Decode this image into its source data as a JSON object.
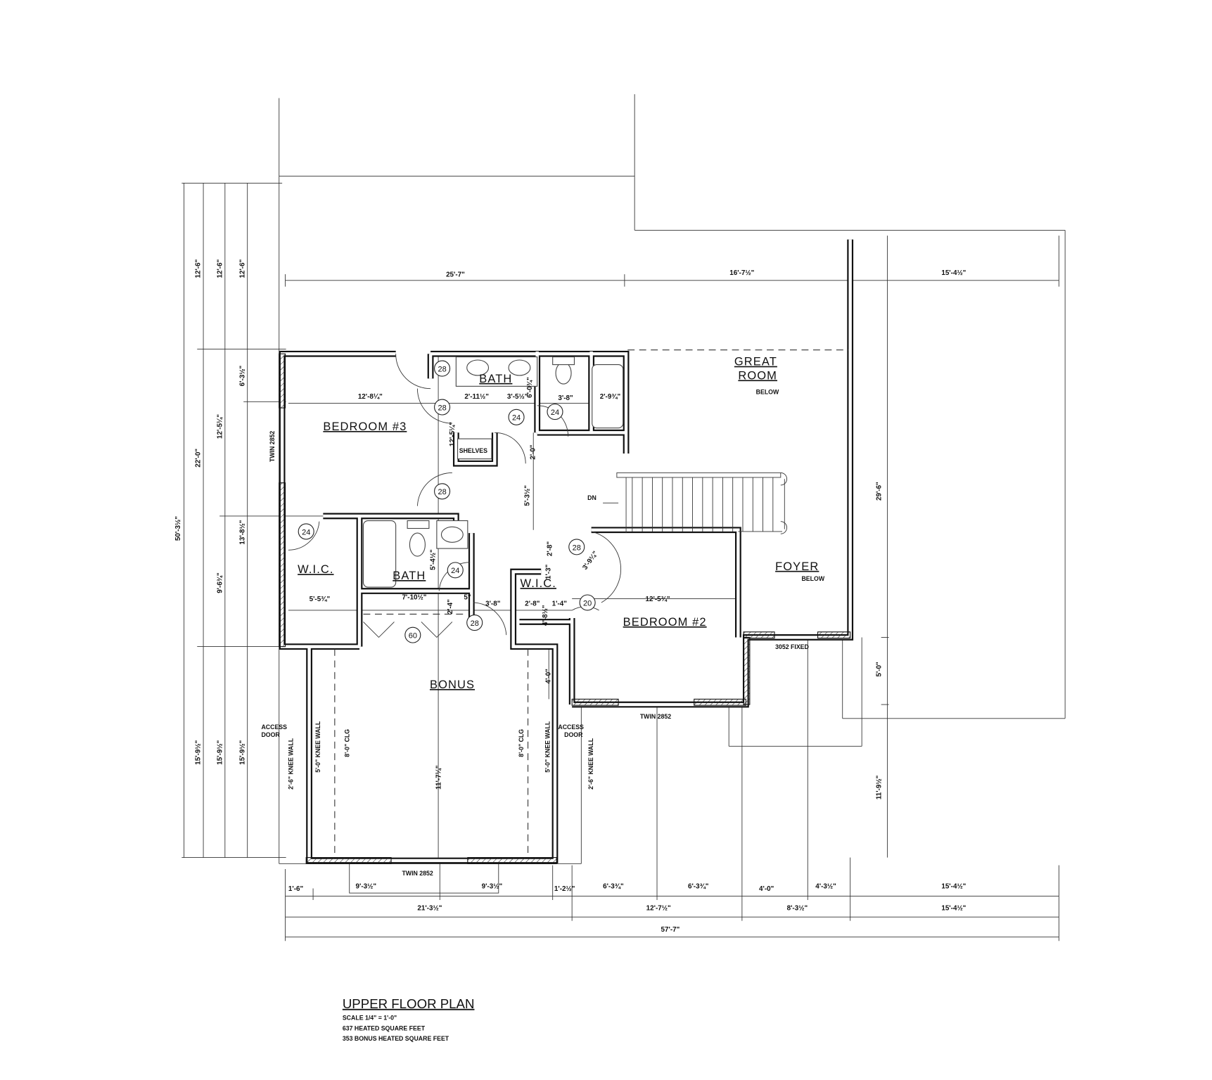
{
  "title": {
    "name": "UPPER FLOOR PLAN",
    "scale": "SCALE 1/4\" = 1'-0\"",
    "heated": "637 HEATED SQUARE FEET",
    "bonus": "353 BONUS HEATED SQUARE FEET"
  },
  "rooms": {
    "bedroom3": "BEDROOM #3",
    "bath_upper": "BATH",
    "bath_lower": "BATH",
    "wic_left": "W.I.C.",
    "wic_right": "W.I.C.",
    "great_room_1": "GREAT",
    "great_room_2": "ROOM",
    "great_room_below": "BELOW",
    "foyer": "FOYER",
    "foyer_below": "BELOW",
    "bedroom2": "BEDROOM #2",
    "bonus": "BONUS",
    "shelves": "SHELVES",
    "dn": "DN"
  },
  "notes": {
    "twin_left": "TWIN 2852",
    "twin_bed2": "TWIN 2852",
    "twin_bonus": "TWIN 2852",
    "fixed": "3052 FIXED",
    "access_l1": "ACCESS",
    "access_l2": "DOOR",
    "access_r1": "ACCESS",
    "access_r2": "DOOR",
    "knee_25_l": "2'-6\" KNEE WALL",
    "knee_50_l": "5'-0\" KNEE WALL",
    "clg_l": "8'-0\" CLG",
    "clg_r": "8'-0\" CLG",
    "knee_50_r": "5'-0\" KNEE WALL",
    "knee_25_r": "2'-6\" KNEE WALL"
  },
  "dimensions": {
    "top": [
      "25'-7\"",
      "16'-7½\"",
      "15'-4½\""
    ],
    "bottom_row1": [
      "1'-6\"",
      "9'-3½\"",
      "9'-3½\"",
      "1'-2½\"",
      "6'-3¾\"",
      "6'-3¾\"",
      "4'-0\"",
      "4'-3½\"",
      "15'-4½\""
    ],
    "bottom_row2": [
      "21'-3½\"",
      "12'-7½\"",
      "8'-3½\"",
      "15'-4½\""
    ],
    "bottom_total": "57'-7\"",
    "left_total": "50'-3½\"",
    "left_col1": [
      "12'-6\"",
      "22'-0\"",
      "15'-9½\""
    ],
    "left_col2": [
      "12'-6\"",
      "12'-5¼\"",
      "9'-6¾\"",
      "15'-9½\""
    ],
    "left_col3": [
      "12'-6\"",
      "6'-3½\"",
      "13'-8½\"",
      "15'-9½\""
    ],
    "right": [
      "29'-6\"",
      "5'-0\"",
      "11'-9½\""
    ],
    "interior": {
      "bed3_width": "12'-8¼\"",
      "bed3_depth": "12'-5¼\"",
      "bath_a": "2'-11½\"",
      "bath_b": "3'-5½\"",
      "bath_c": "6'-0¾\"",
      "bath_d": "3'-8\"",
      "bath_e": "2'-9¾\"",
      "hall_a": "2'-0\"",
      "hall_b": "5'-3½\"",
      "bath2_depth": "5'-4½\"",
      "wic_width": "5'-5¾\"",
      "linen_width": "7'-10½\"",
      "linen_depth": "2'-4\"",
      "gap": "5\"",
      "hall_w": "3'-8\"",
      "wic2_w": "2'-8\"",
      "wic2_b": "1'-4\"",
      "wic2_d": "4'-8½\"",
      "wic2_c": "1'-3\"",
      "hall_v": "2'-8\"",
      "door_diag": "3'-9¼\"",
      "bed2_width": "12'-5¾\"",
      "bonus_side": "4'-0\"",
      "bonus_depth": "11'-7¼\""
    }
  },
  "door_tags": [
    "28",
    "28",
    "24",
    "24",
    "28",
    "24",
    "24",
    "28",
    "20",
    "60",
    "28"
  ]
}
